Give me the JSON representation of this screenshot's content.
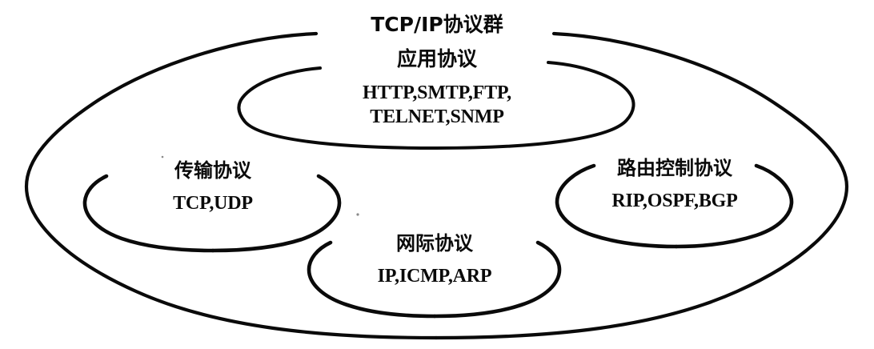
{
  "diagram": {
    "title": "TCP/IP协议群",
    "background_color": "#ffffff",
    "stroke_color": "#0a0a0a",
    "layers": {
      "application": {
        "name": "应用协议",
        "protocols_line1": "HTTP,SMTP,FTP,",
        "protocols_line2": "TELNET,SNMP"
      },
      "transport": {
        "name": "传输协议",
        "protocols": "TCP,UDP"
      },
      "routing": {
        "name": "路由控制协议",
        "protocols": "RIP,OSPF,BGP"
      },
      "internet": {
        "name": "网际协议",
        "protocols": "IP,ICMP,ARP"
      }
    }
  }
}
